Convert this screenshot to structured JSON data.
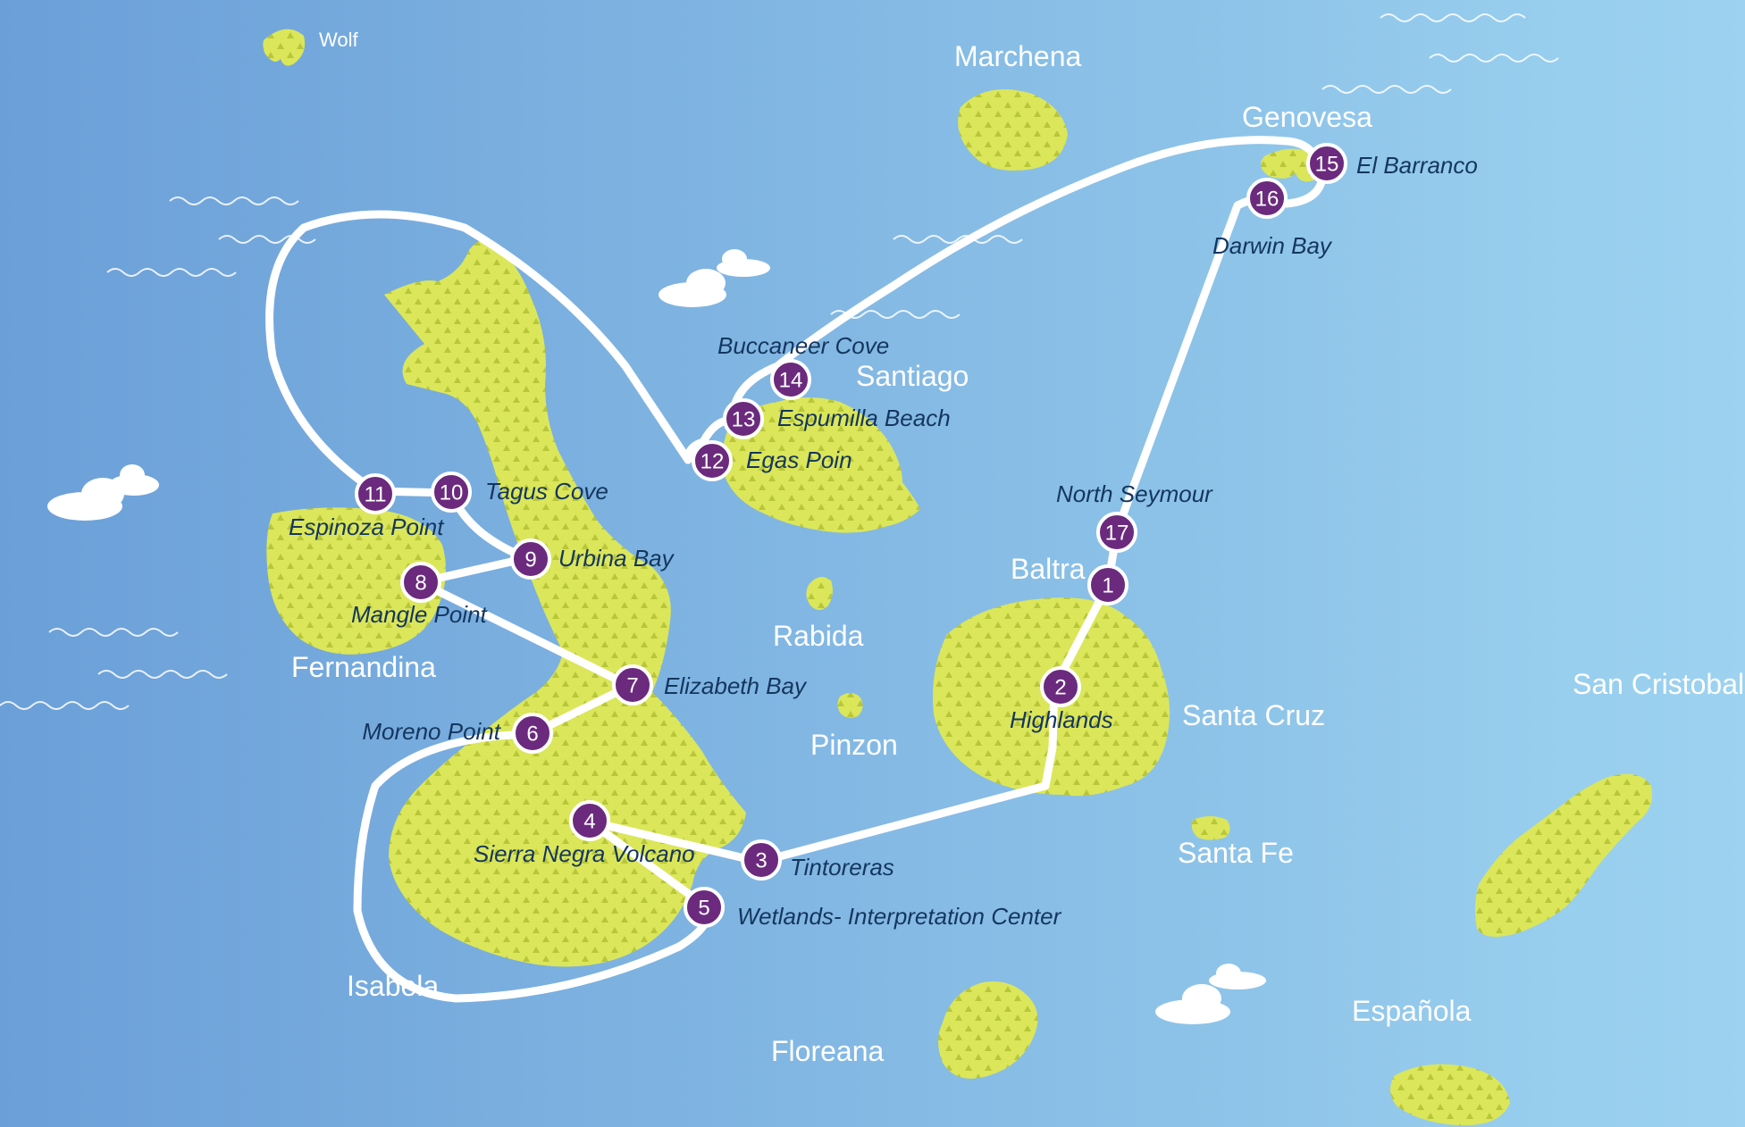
{
  "colors": {
    "ocean_left": "#6b9fd8",
    "ocean_right": "#9dd3f0",
    "land": "#dbe65a",
    "land_texture": "#b9c63a",
    "route": "#ffffff",
    "marker": "#6b2a7d",
    "stop_label": "#14365e",
    "island_label": "#ffffff"
  },
  "islands": {
    "wolf": "Wolf",
    "marchena": "Marchena",
    "genovesa": "Genovesa",
    "santiago": "Santiago",
    "rabida": "Rabida",
    "pinzon": "Pinzon",
    "baltra": "Baltra",
    "santa_cruz": "Santa Cruz",
    "fernandina": "Fernandina",
    "isabela": "Isabela",
    "santa_fe": "Santa Fe",
    "san_cristobal": "San Cristobal",
    "floreana": "Floreana",
    "espanola": "Española"
  },
  "stops": [
    {
      "number": "1",
      "name": ""
    },
    {
      "number": "2",
      "name": "Highlands"
    },
    {
      "number": "3",
      "name": "Tintoreras"
    },
    {
      "number": "4",
      "name": "Sierra Negra Volcano"
    },
    {
      "number": "5",
      "name": "Wetlands- Interpretation Center"
    },
    {
      "number": "6",
      "name": "Moreno Point"
    },
    {
      "number": "7",
      "name": "Elizabeth Bay"
    },
    {
      "number": "8",
      "name": "Mangle Point"
    },
    {
      "number": "9",
      "name": "Urbina Bay"
    },
    {
      "number": "10",
      "name": "Tagus Cove"
    },
    {
      "number": "11",
      "name": "Espinoza Point"
    },
    {
      "number": "12",
      "name": "Egas Poin"
    },
    {
      "number": "13",
      "name": "Espumilla Beach"
    },
    {
      "number": "14",
      "name": "Buccaneer Cove"
    },
    {
      "number": "15",
      "name": "El Barranco"
    },
    {
      "number": "16",
      "name": "Darwin Bay"
    },
    {
      "number": "17",
      "name": "North Seymour"
    }
  ]
}
